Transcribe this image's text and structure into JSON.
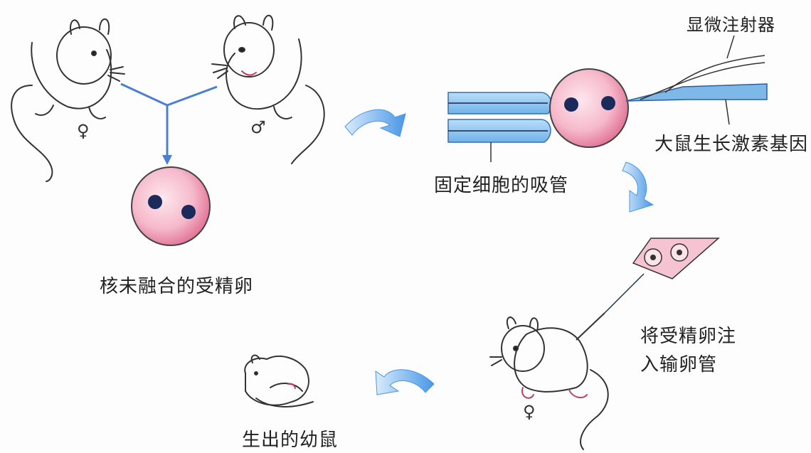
{
  "labels": {
    "unfused_egg": "核未融合的受精卵",
    "holding_pipette": "固定细胞的吸管",
    "microinjector": "显微注射器",
    "gene": "大鼠生长激素基因",
    "inject_line1": "将受精卵注",
    "inject_line2": "入输卵管",
    "offspring": "生出的幼鼠"
  },
  "symbols": {
    "female": "♀",
    "male": "♂",
    "female2": "♀"
  },
  "colors": {
    "egg_pink": "#f2a7bd",
    "nucleus": "#1a2a5a",
    "pipette_blue": "#8fc6ef",
    "arrow_blue": "#5aa3e8",
    "line_blue": "#4a7fd1"
  }
}
